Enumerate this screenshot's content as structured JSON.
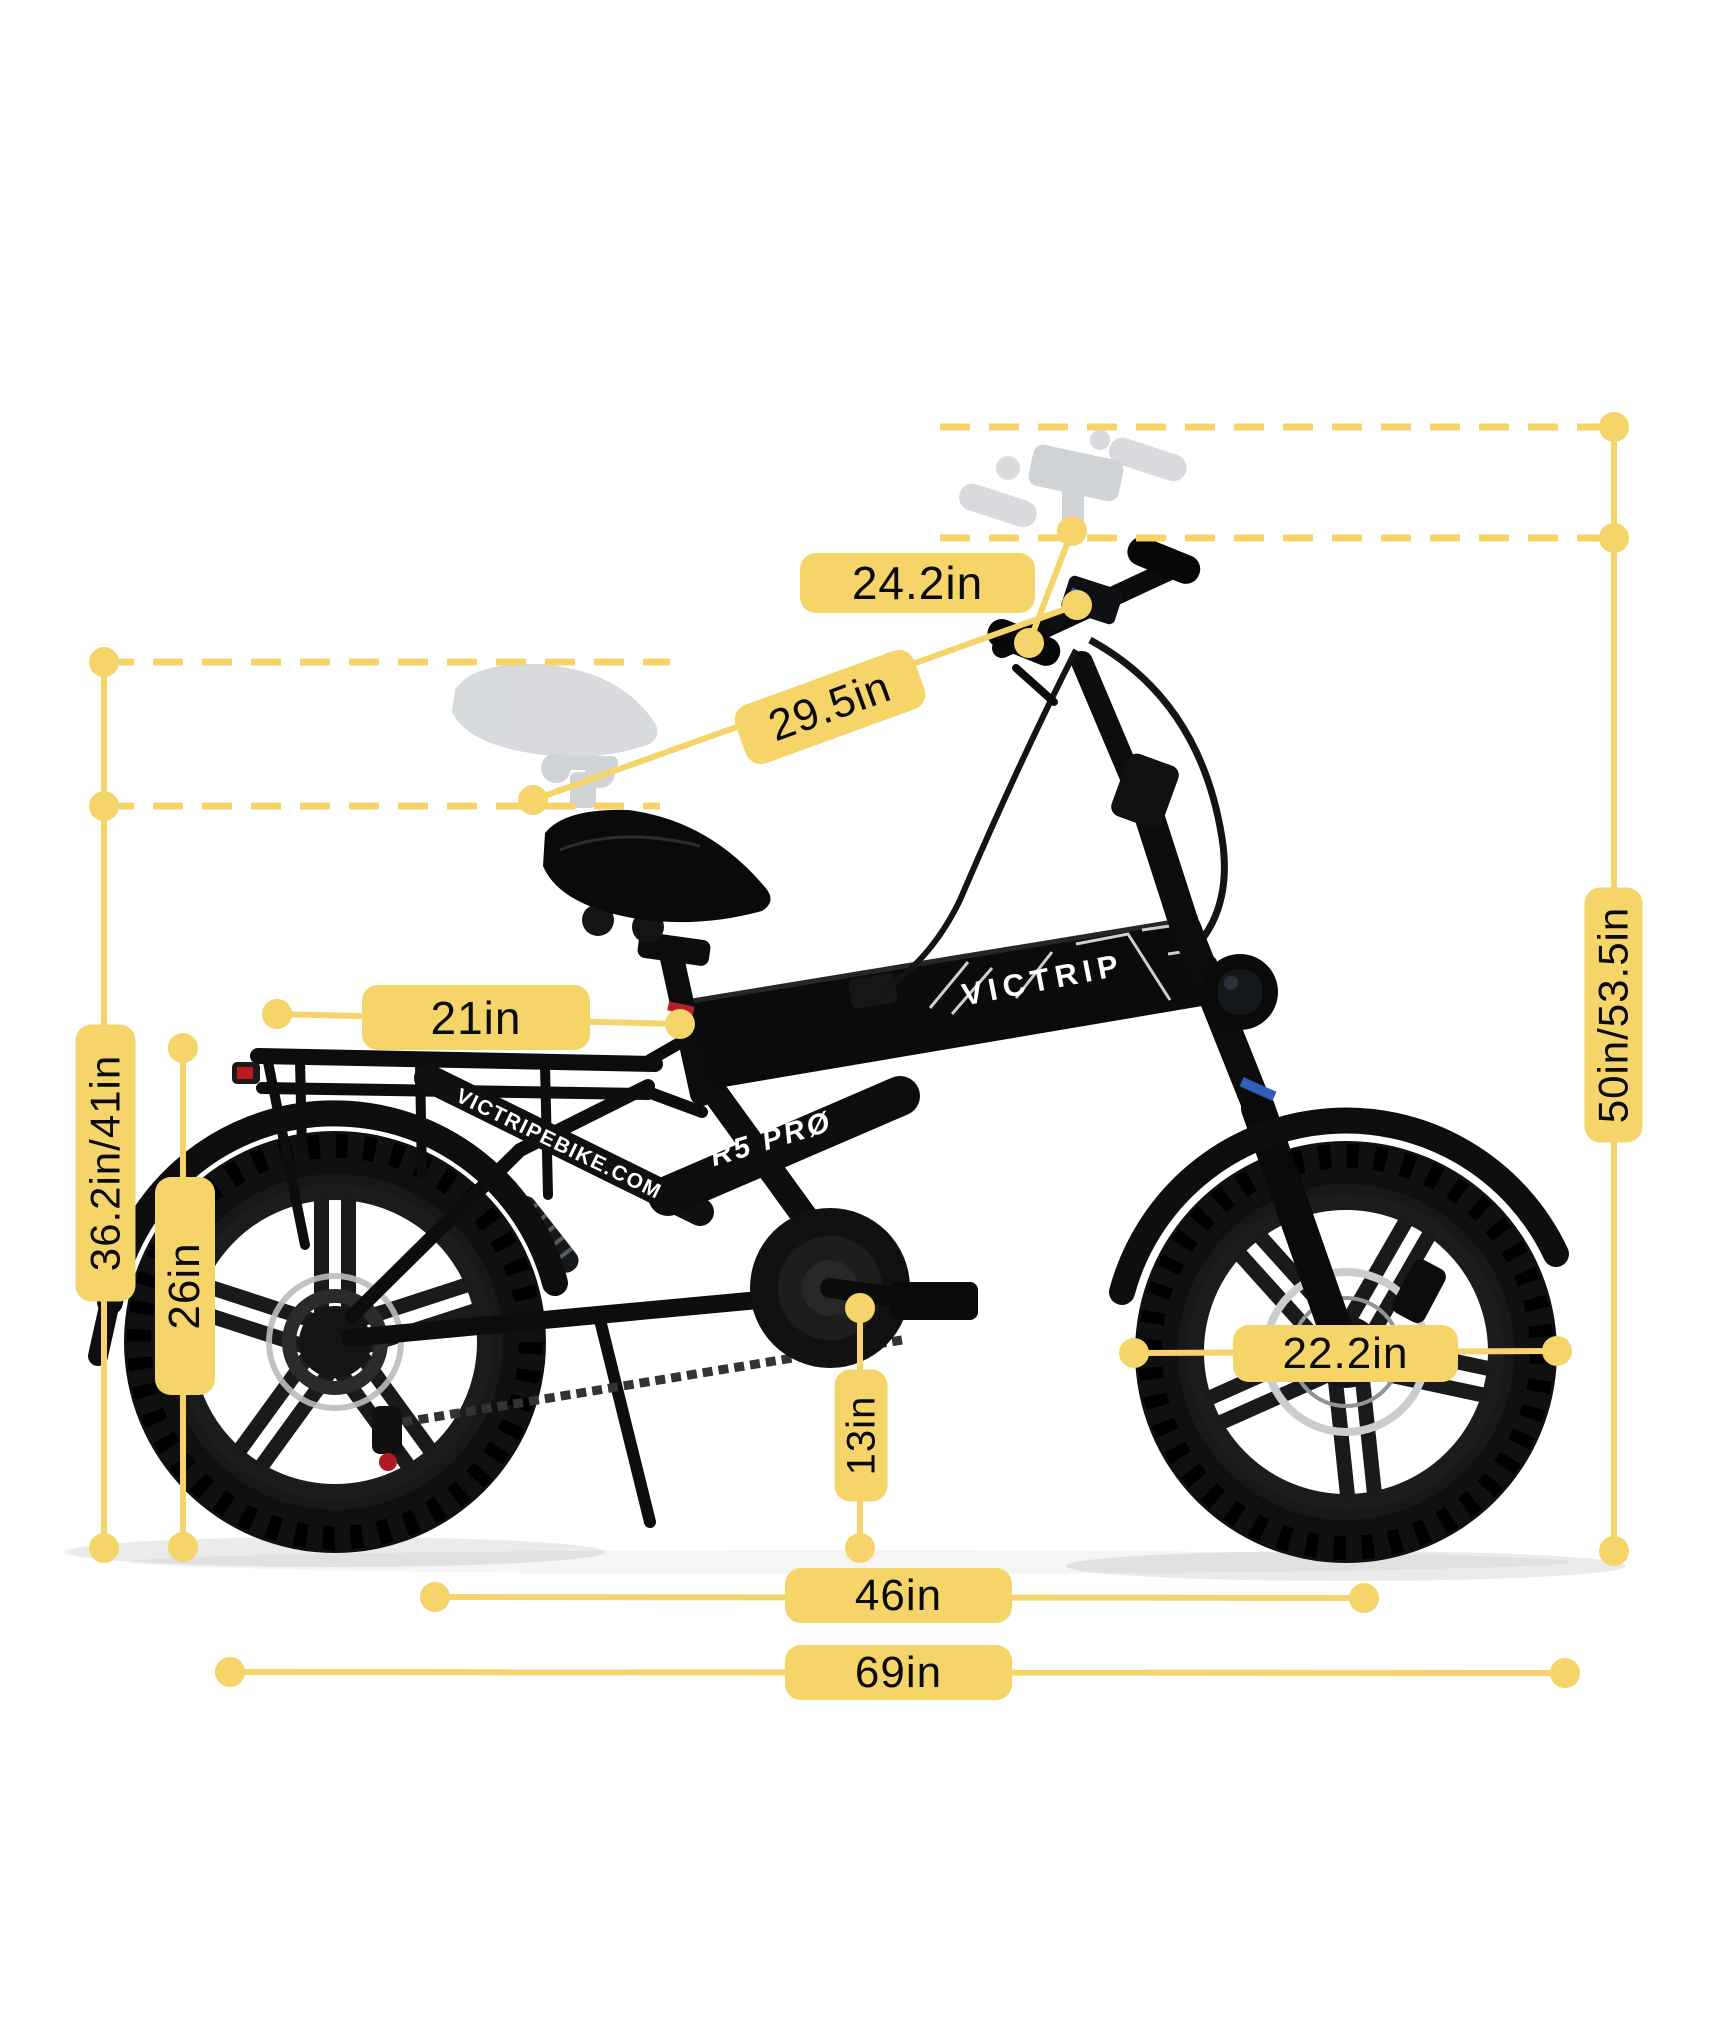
{
  "product": {
    "brand": "VICTRIP",
    "model": "R5 PRØ",
    "website": "VICTRIPEBIKE.COM"
  },
  "colors": {
    "accent_yellow": "#F5D469",
    "label_text": "#0B0B0B",
    "bike_black": "#0D0D0D",
    "ghost_gray": "#A9AFB6",
    "decal_white": "#FFFFFF",
    "reflector_red": "#C0161D",
    "detail_blue": "#2E5FB8"
  },
  "measurements": {
    "handlebar_width": "24.2in",
    "saddle_to_handlebar": "29.5in",
    "handlebar_height_range": "50in/53.5in",
    "saddle_height_range": "36.2in/41in",
    "rack_length": "21in",
    "rack_height": "26in",
    "crank_clearance": "13in",
    "wheel_diameter": "22.2in",
    "wheelbase": "46in",
    "total_length": "69in"
  }
}
